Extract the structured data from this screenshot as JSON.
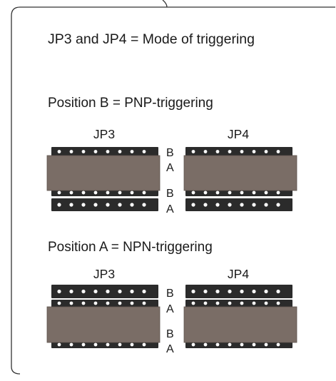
{
  "title": "JP3 and JP4 = Mode of triggering",
  "sections": [
    {
      "heading": "Position B = PNP-triggering",
      "left_jumper": "JP3",
      "right_jumper": "JP4",
      "row_labels": [
        "B",
        "A",
        "B",
        "A"
      ],
      "bridged_rows": "B"
    },
    {
      "heading": "Position A = NPN-triggering",
      "left_jumper": "JP3",
      "right_jumper": "JP4",
      "row_labels": [
        "B",
        "A",
        "B",
        "A"
      ],
      "bridged_rows": "A"
    }
  ],
  "colors": {
    "header": "#2b2b2b",
    "pin": "#ffffff",
    "jumper": "#7a6d66",
    "frame": "#333333"
  }
}
